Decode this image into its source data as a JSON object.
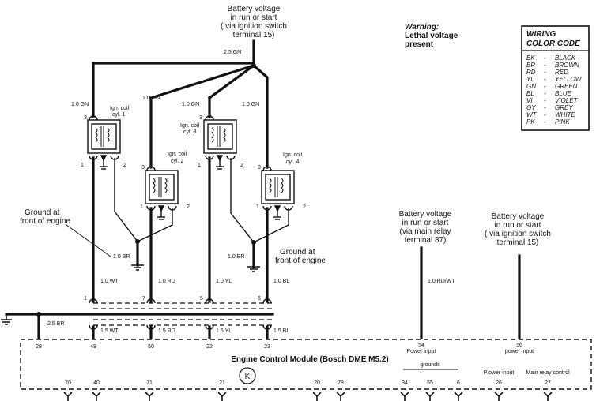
{
  "supply_top": {
    "line1": "Battery voltage",
    "line2": "in run or start",
    "line3": "( via ignition switch",
    "line4": "terminal 15)"
  },
  "warning": {
    "title": "Warning:",
    "line1": "Lethal voltage",
    "line2": "present"
  },
  "color_code": {
    "title1": "WIRING",
    "title2": "COLOR CODE",
    "entries": [
      {
        "abbr": "BK",
        "dash": "-",
        "name": "BLACK"
      },
      {
        "abbr": "BR",
        "dash": "-",
        "name": "BROWN"
      },
      {
        "abbr": "RD",
        "dash": "-",
        "name": "RED"
      },
      {
        "abbr": "YL",
        "dash": "-",
        "name": "YELLOW"
      },
      {
        "abbr": "GN",
        "dash": "-",
        "name": "GREEN"
      },
      {
        "abbr": "BL",
        "dash": "-",
        "name": "BLUE"
      },
      {
        "abbr": "VI",
        "dash": "-",
        "name": "VIOLET"
      },
      {
        "abbr": "GY",
        "dash": "-",
        "name": "GREY"
      },
      {
        "abbr": "WT",
        "dash": "-",
        "name": "WHITE"
      },
      {
        "abbr": "PK",
        "dash": "-",
        "name": "PINK"
      }
    ]
  },
  "wires": {
    "main_gn": "2.5 GN",
    "gn1": "1.0 GN",
    "gn2": "1.0 GN",
    "gn3": "1.0 GN",
    "gn4": "1.0 GN",
    "br_left": "1.0 BR",
    "br_right": "1.0 BR",
    "wt": "1.0 WT",
    "rd": "1.0 RD",
    "yl": "1.0 YL",
    "bl": "1.0 BL",
    "wt15": "1.5 WT",
    "rd15": "1.5 RD",
    "yl15": "1.5 YL",
    "bl15": "1.5 BL",
    "br25": "2.5 BR",
    "rdwt": "1.0 RD/WT"
  },
  "coils": [
    {
      "name": "Ign. coil",
      "cyl": "cyl. 1",
      "pin3": "3",
      "pin1": "1",
      "pin2": "2"
    },
    {
      "name": "Ign. coil",
      "cyl": "cyl. 2",
      "pin3": "3",
      "pin1": "1",
      "pin2": "2"
    },
    {
      "name": "Ign. coil",
      "cyl": "cyl. 3",
      "pin3": "3",
      "pin1": "1",
      "pin2": "2"
    },
    {
      "name": "Ign. coil",
      "cyl": "cyl. 4",
      "pin3": "3",
      "pin1": "1",
      "pin2": "2"
    }
  ],
  "ground_left": {
    "line1": "Ground at",
    "line2": "front of engine"
  },
  "ground_right": {
    "line1": "Ground at",
    "line2": "front of engine"
  },
  "harness_pins": {
    "p1": "1",
    "p7": "7",
    "p5": "5",
    "p6": "6"
  },
  "supply_87": {
    "line1": "Battery voltage",
    "line2": "in run or start",
    "line3": "(via main relay",
    "line4": "terminal 87)"
  },
  "supply_15": {
    "line1": "Battery voltage",
    "line2": "in run or start",
    "line3": "( via ignition switch",
    "line4": "terminal  15)"
  },
  "ecm": {
    "title": "Engine Control Module  (Bosch DME M5.2)",
    "top_pins": [
      "28",
      "49",
      "50",
      "22",
      "23"
    ],
    "pin54": "54",
    "pin54_label": "Power input",
    "pin56": "56",
    "pin56_label": "power input",
    "grounds_label": "grounds",
    "bottom_pins": [
      "70",
      "40",
      "71",
      "21",
      "20",
      "78",
      "34",
      "55",
      "6",
      "26",
      "27"
    ],
    "power_input_label": "P ower input",
    "relay_label": "Main relay control",
    "symbol": "K"
  }
}
